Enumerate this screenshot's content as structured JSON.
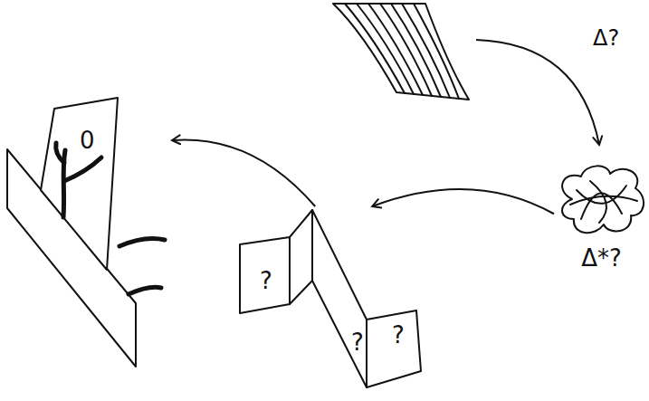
{
  "diagram": {
    "nodes": [
      {
        "text": [
          "Δ*?"
        ]
      },
      {
        "text": [
          "?",
          "?",
          "?"
        ]
      },
      {
        "text": [
          "0"
        ]
      }
    ],
    "edges": [
      {
        "from": 0,
        "to": 1,
        "arrow": "to"
      },
      {
        "from": 1,
        "to": 2,
        "arrow": "to"
      }
    ],
    "labels": [
      "Δ?"
    ]
  }
}
